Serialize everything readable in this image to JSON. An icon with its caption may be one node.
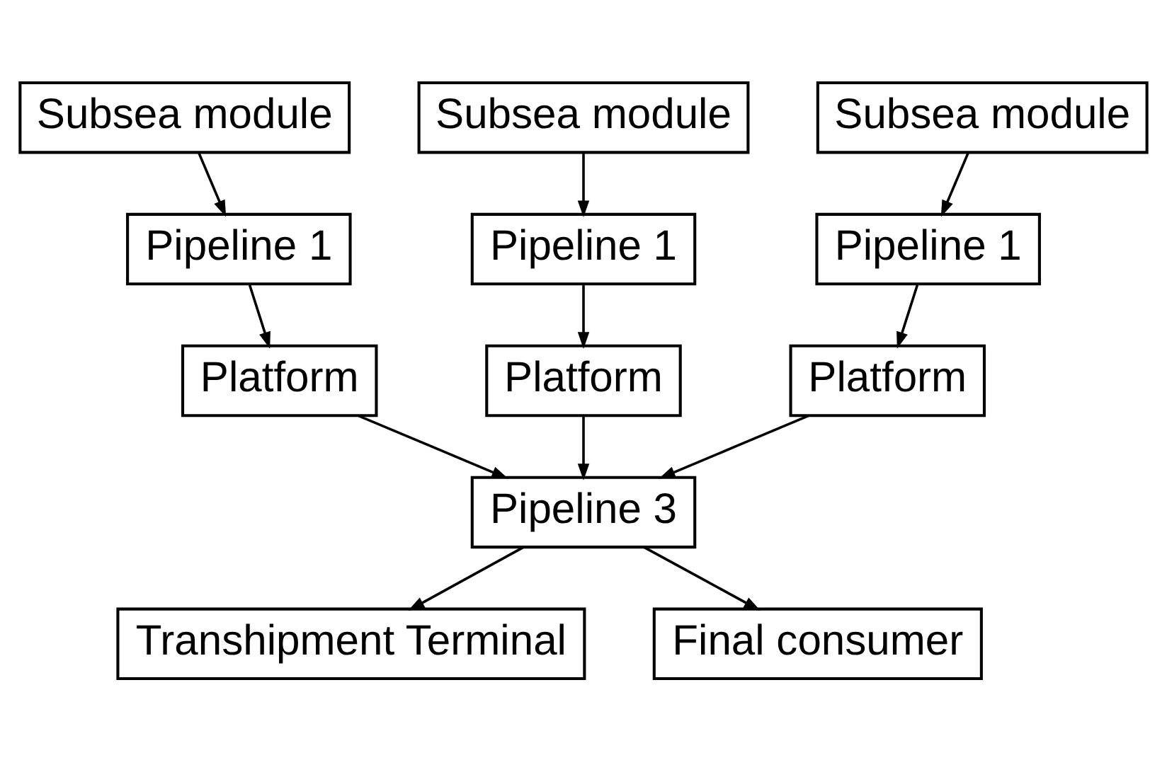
{
  "diagram": {
    "nodes": [
      {
        "text": [
          "Subsea module"
        ]
      },
      {
        "text": [
          "Pipeline 1"
        ]
      },
      {
        "text": [
          "Platform"
        ]
      },
      {
        "text": [
          "Subsea module"
        ]
      },
      {
        "text": [
          "Pipeline 1"
        ]
      },
      {
        "text": [
          "Platform"
        ]
      },
      {
        "text": [
          "Subsea module"
        ]
      },
      {
        "text": [
          "Pipeline 1"
        ]
      },
      {
        "text": [
          "Platform"
        ]
      },
      {
        "text": [
          "Pipeline 3"
        ]
      },
      {
        "text": [
          "Transhipment Terminal"
        ]
      },
      {
        "text": [
          "Final consumer"
        ]
      }
    ],
    "edges": [
      {
        "from": 0,
        "to": 1,
        "arrow": "to"
      },
      {
        "from": 1,
        "to": 2,
        "arrow": "to"
      },
      {
        "from": 3,
        "to": 4,
        "arrow": "to"
      },
      {
        "from": 4,
        "to": 5,
        "arrow": "to"
      },
      {
        "from": 6,
        "to": 7,
        "arrow": "to"
      },
      {
        "from": 7,
        "to": 8,
        "arrow": "to"
      },
      {
        "from": 2,
        "to": 9,
        "arrow": "to"
      },
      {
        "from": 5,
        "to": 9,
        "arrow": "to"
      },
      {
        "from": 8,
        "to": 9,
        "arrow": "to"
      },
      {
        "from": 9,
        "to": 10,
        "arrow": "to"
      },
      {
        "from": 9,
        "to": 11,
        "arrow": "to"
      }
    ]
  }
}
